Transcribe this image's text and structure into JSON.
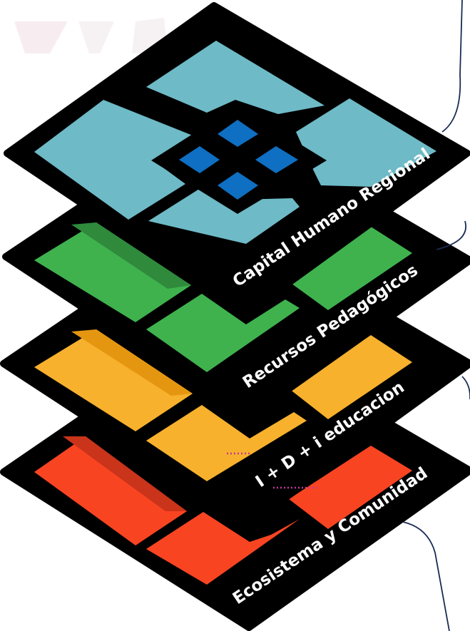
{
  "layers": [
    {
      "id": "ecosistema",
      "label": "Ecosistema y Comunidad",
      "color": "#f94422",
      "shade": "#c9341a"
    },
    {
      "id": "idi",
      "label": "I + D + i  educacion",
      "color": "#f7b12d",
      "shade": "#e59611"
    },
    {
      "id": "recursos",
      "label": "Recursos Pedagógicos",
      "color": "#3fb24e",
      "shade": "#2f8a3c"
    },
    {
      "id": "capital",
      "label": "Capital Humano Regional",
      "color": "#6ebac7",
      "accent": "#0f6fc2"
    }
  ],
  "colors": {
    "outline": "#000000",
    "connector": "#1a2b55",
    "watermark": "#f2e9ec"
  }
}
